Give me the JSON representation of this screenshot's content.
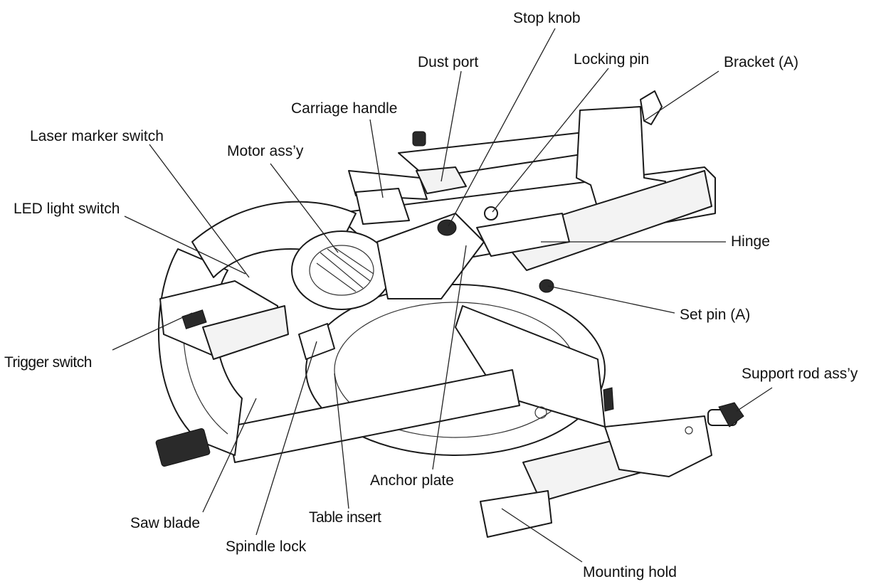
{
  "diagram": {
    "labels": {
      "stop_knob": "Stop knob",
      "dust_port": "Dust port",
      "locking_pin": "Locking pin",
      "bracket_a": "Bracket (A)",
      "carriage_handle": "Carriage handle",
      "laser_marker_switch": "Laser marker switch",
      "motor_assy": "Motor ass’y",
      "led_light_switch": "LED light switch",
      "hinge": "Hinge",
      "set_pin_a": "Set pin (A)",
      "trigger_switch": "Trigger switch",
      "support_rod_assy": "Support rod ass’y",
      "anchor_plate": "Anchor plate",
      "saw_blade": "Saw blade",
      "table_insert": "Table insert",
      "spindle_lock": "Spindle lock",
      "mounting_hold": "Mounting hold"
    }
  }
}
